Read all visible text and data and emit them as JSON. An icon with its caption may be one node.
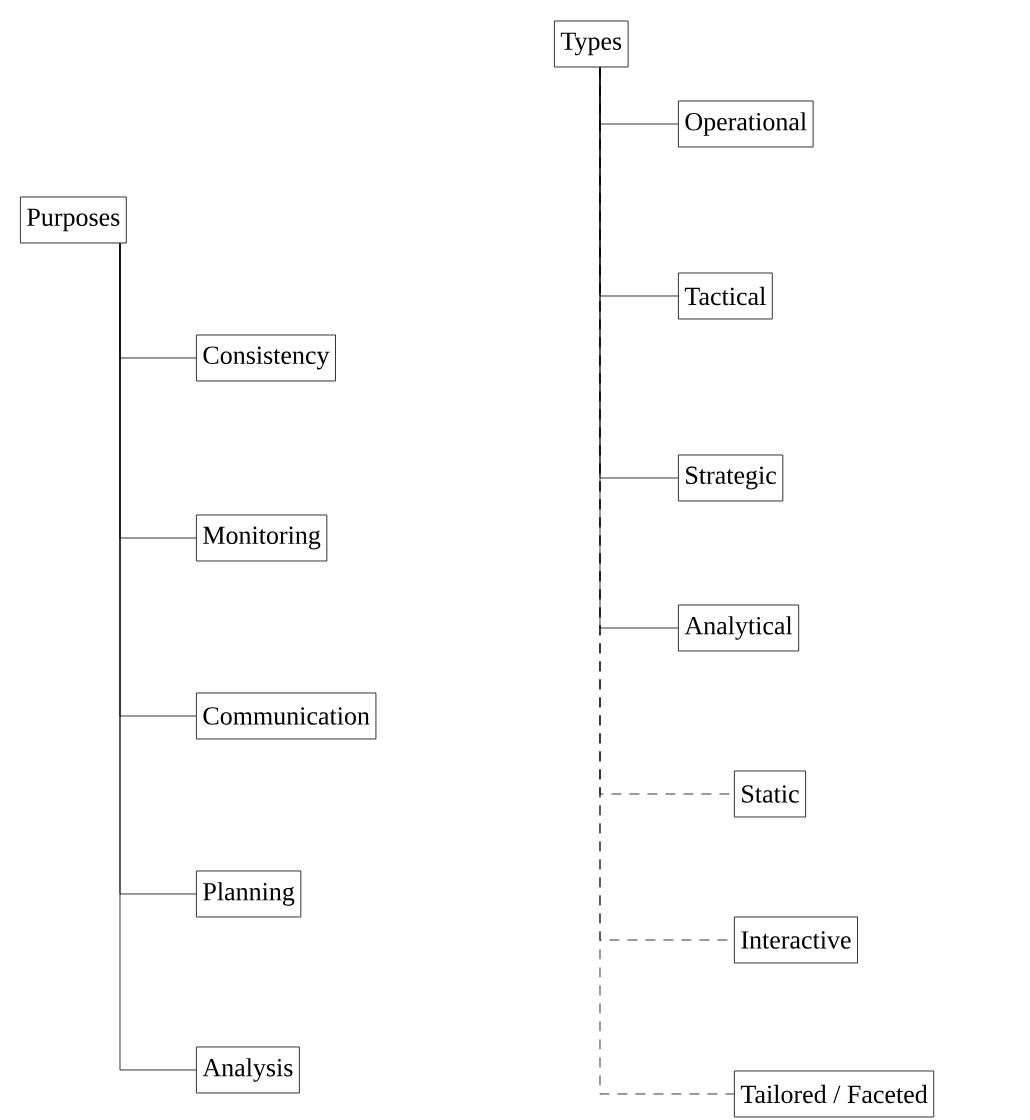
{
  "diagram": {
    "nodes": [
      {
        "text": [
          "Purposes"
        ]
      },
      {
        "text": [
          "Consistency"
        ]
      },
      {
        "text": [
          "Monitoring"
        ]
      },
      {
        "text": [
          "Communication"
        ]
      },
      {
        "text": [
          "Planning"
        ]
      },
      {
        "text": [
          "Analysis"
        ]
      },
      {
        "text": [
          "Types"
        ]
      },
      {
        "text": [
          "Operational"
        ]
      },
      {
        "text": [
          "Tactical"
        ]
      },
      {
        "text": [
          "Strategic"
        ]
      },
      {
        "text": [
          "Analytical"
        ]
      },
      {
        "text": [
          "Static"
        ]
      },
      {
        "text": [
          "Interactive"
        ]
      },
      {
        "text": [
          "Tailored / Faceted"
        ]
      }
    ],
    "edges": [
      {
        "from": 0,
        "to": 1,
        "arrow": "none"
      },
      {
        "from": 0,
        "to": 2,
        "arrow": "none"
      },
      {
        "from": 0,
        "to": 3,
        "arrow": "none"
      },
      {
        "from": 0,
        "to": 4,
        "arrow": "none"
      },
      {
        "from": 0,
        "to": 5,
        "arrow": "none"
      },
      {
        "from": 6,
        "to": 7,
        "arrow": "none"
      },
      {
        "from": 6,
        "to": 8,
        "arrow": "none"
      },
      {
        "from": 6,
        "to": 9,
        "arrow": "none"
      },
      {
        "from": 6,
        "to": 10,
        "arrow": "none"
      },
      {
        "from": 6,
        "to": 11,
        "arrow": "none",
        "style": "dashed"
      },
      {
        "from": 6,
        "to": 12,
        "arrow": "none",
        "style": "dashed"
      },
      {
        "from": 6,
        "to": 13,
        "arrow": "none",
        "style": "dashed"
      }
    ]
  }
}
